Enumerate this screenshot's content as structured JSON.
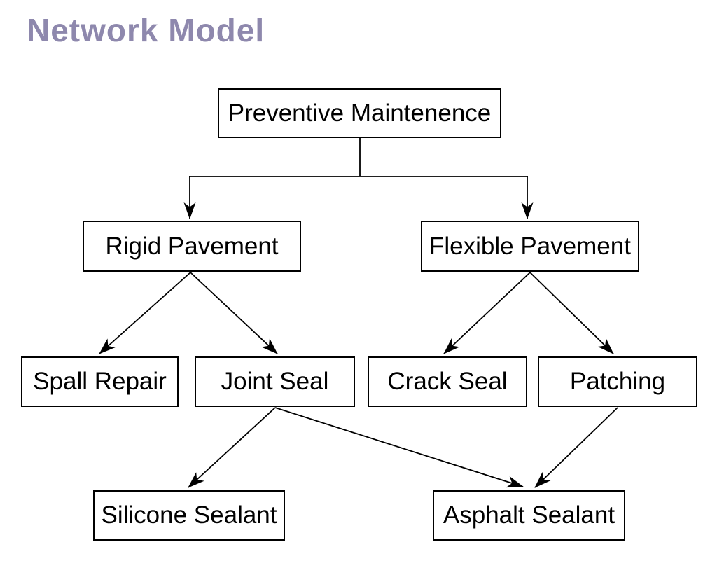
{
  "page_title": "Network Model",
  "colors": {
    "title": "#8e88ad",
    "node_border": "#000000",
    "node_fill": "#ffffff",
    "edge": "#000000",
    "background": "#ffffff"
  },
  "diagram": {
    "type": "tree-flowchart",
    "nodes": [
      {
        "id": "preventive-maintenence",
        "label": "Preventive Maintenence",
        "level": 1
      },
      {
        "id": "rigid-pavement",
        "label": "Rigid Pavement",
        "level": 2
      },
      {
        "id": "flexible-pavement",
        "label": "Flexible Pavement",
        "level": 2
      },
      {
        "id": "spall-repair",
        "label": "Spall Repair",
        "level": 3
      },
      {
        "id": "joint-seal",
        "label": "Joint Seal",
        "level": 3
      },
      {
        "id": "crack-seal",
        "label": "Crack Seal",
        "level": 3
      },
      {
        "id": "patching",
        "label": "Patching",
        "level": 3
      },
      {
        "id": "silicone-sealant",
        "label": "Silicone Sealant",
        "level": 4
      },
      {
        "id": "asphalt-sealant",
        "label": "Asphalt Sealant",
        "level": 4
      }
    ],
    "edges": [
      {
        "from": "Preventive Maintenence",
        "to": "Rigid Pavement"
      },
      {
        "from": "Preventive Maintenence",
        "to": "Flexible Pavement"
      },
      {
        "from": "Rigid Pavement",
        "to": "Spall Repair"
      },
      {
        "from": "Rigid Pavement",
        "to": "Joint Seal"
      },
      {
        "from": "Flexible Pavement",
        "to": "Crack Seal"
      },
      {
        "from": "Flexible Pavement",
        "to": "Patching"
      },
      {
        "from": "Joint Seal",
        "to": "Silicone Sealant"
      },
      {
        "from": "Joint Seal",
        "to": "Asphalt Sealant"
      },
      {
        "from": "Patching",
        "to": "Asphalt Sealant"
      }
    ]
  }
}
